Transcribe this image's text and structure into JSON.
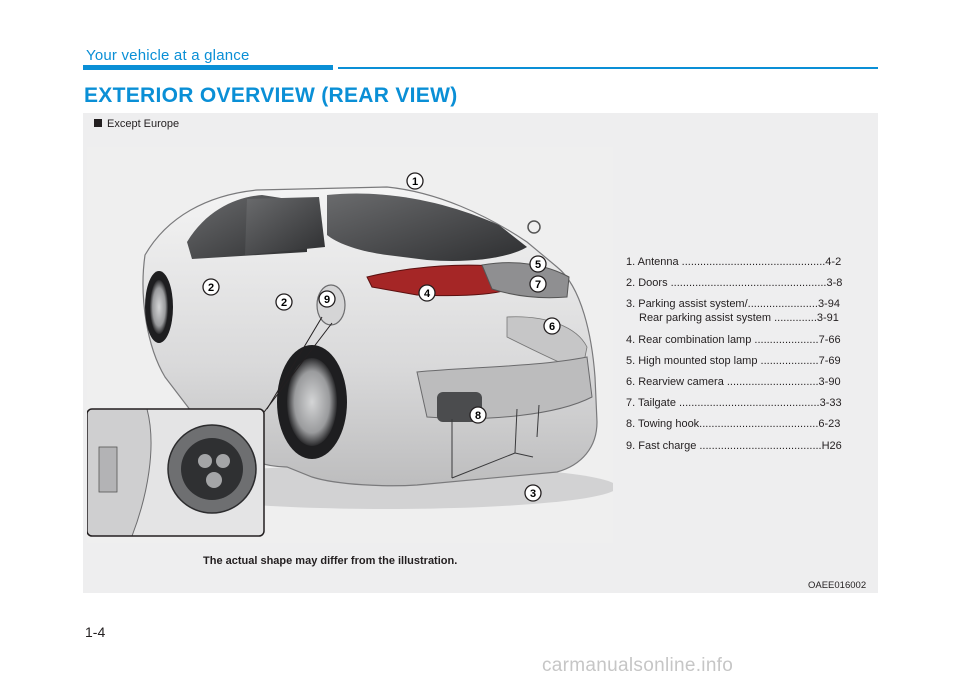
{
  "header": {
    "section_title": "Your vehicle at a glance",
    "page_heading": "EXTERIOR OVERVIEW (REAR VIEW)",
    "accent_color": "#0a8fd6"
  },
  "figure": {
    "region_note": "Except Europe",
    "callouts": [
      "1",
      "2",
      "2",
      "9",
      "4",
      "5",
      "7",
      "6",
      "8",
      "3"
    ],
    "disclaimer": "The actual shape may differ from the illustration.",
    "image_code": "OAEE016002"
  },
  "parts": [
    {
      "text": "1. Antenna ...............................................4-2"
    },
    {
      "text": "2. Doors ...................................................3-8"
    },
    {
      "text": "3. Parking assist system/.......................3-94",
      "sub": "Rear parking assist system ..............3-91"
    },
    {
      "text": "4. Rear combination lamp .....................7-66"
    },
    {
      "text": "5. High mounted stop lamp ...................7-69"
    },
    {
      "text": "6. Rearview camera ..............................3-90"
    },
    {
      "text": "7. Tailgate ..............................................3-33"
    },
    {
      "text": "8. Towing hook.......................................6-23"
    },
    {
      "text": "9. Fast charge ........................................H26"
    }
  ],
  "footer": {
    "page_number": "1-4",
    "watermark": "carmanualsonline.info"
  }
}
